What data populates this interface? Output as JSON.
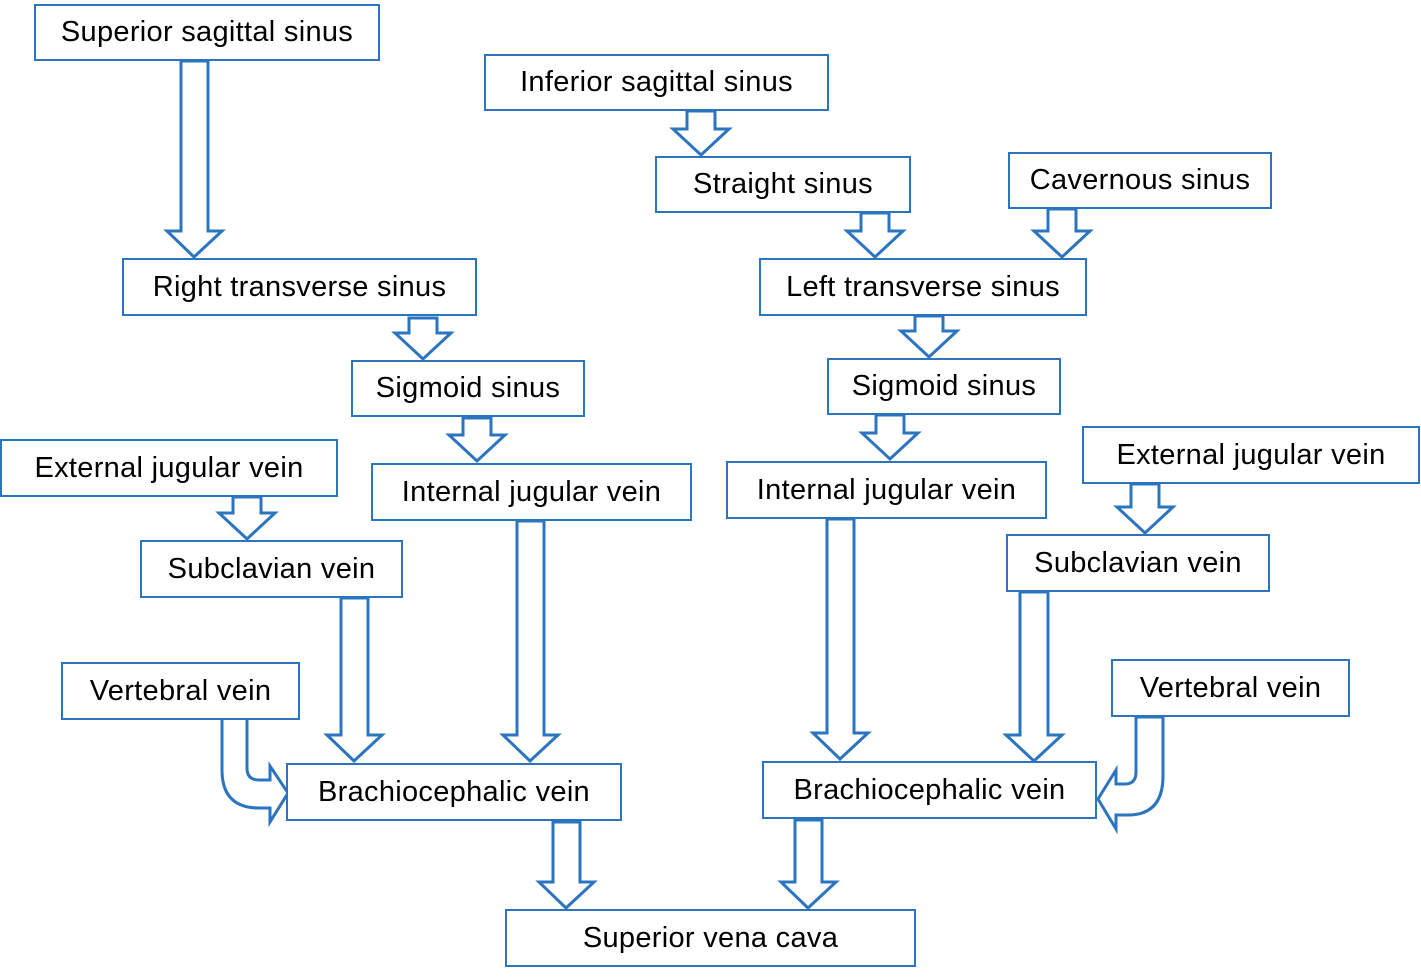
{
  "colors": {
    "stroke": "#2b74bf",
    "text": "#000000",
    "background": "#ffffff"
  },
  "nodes": {
    "superior_sagittal_sinus": "Superior sagittal sinus",
    "right_transverse_sinus": "Right transverse sinus",
    "sigmoid_sinus_right": "Sigmoid sinus",
    "internal_jugular_vein_right": "Internal jugular vein",
    "external_jugular_vein_right": "External jugular vein",
    "subclavian_vein_right": "Subclavian vein",
    "vertebral_vein_right": "Vertebral vein",
    "brachiocephalic_vein_right": "Brachiocephalic vein",
    "inferior_sagittal_sinus": "Inferior sagittal sinus",
    "straight_sinus": "Straight sinus",
    "cavernous_sinus": "Cavernous sinus",
    "left_transverse_sinus": "Left transverse sinus",
    "sigmoid_sinus_left": "Sigmoid sinus",
    "internal_jugular_vein_left": "Internal jugular vein",
    "external_jugular_vein_left": "External jugular vein",
    "subclavian_vein_left": "Subclavian vein",
    "vertebral_vein_left": "Vertebral vein",
    "brachiocephalic_vein_left": "Brachiocephalic vein",
    "superior_vena_cava": "Superior vena cava"
  },
  "edges": [
    [
      "superior_sagittal_sinus",
      "right_transverse_sinus"
    ],
    [
      "right_transverse_sinus",
      "sigmoid_sinus_right"
    ],
    [
      "sigmoid_sinus_right",
      "internal_jugular_vein_right"
    ],
    [
      "external_jugular_vein_right",
      "subclavian_vein_right"
    ],
    [
      "subclavian_vein_right",
      "brachiocephalic_vein_right"
    ],
    [
      "internal_jugular_vein_right",
      "brachiocephalic_vein_right"
    ],
    [
      "vertebral_vein_right",
      "brachiocephalic_vein_right"
    ],
    [
      "brachiocephalic_vein_right",
      "superior_vena_cava"
    ],
    [
      "inferior_sagittal_sinus",
      "straight_sinus"
    ],
    [
      "straight_sinus",
      "left_transverse_sinus"
    ],
    [
      "cavernous_sinus",
      "left_transverse_sinus"
    ],
    [
      "left_transverse_sinus",
      "sigmoid_sinus_left"
    ],
    [
      "sigmoid_sinus_left",
      "internal_jugular_vein_left"
    ],
    [
      "external_jugular_vein_left",
      "subclavian_vein_left"
    ],
    [
      "internal_jugular_vein_left",
      "brachiocephalic_vein_left"
    ],
    [
      "subclavian_vein_left",
      "brachiocephalic_vein_left"
    ],
    [
      "vertebral_vein_left",
      "brachiocephalic_vein_left"
    ],
    [
      "brachiocephalic_vein_left",
      "superior_vena_cava"
    ]
  ]
}
